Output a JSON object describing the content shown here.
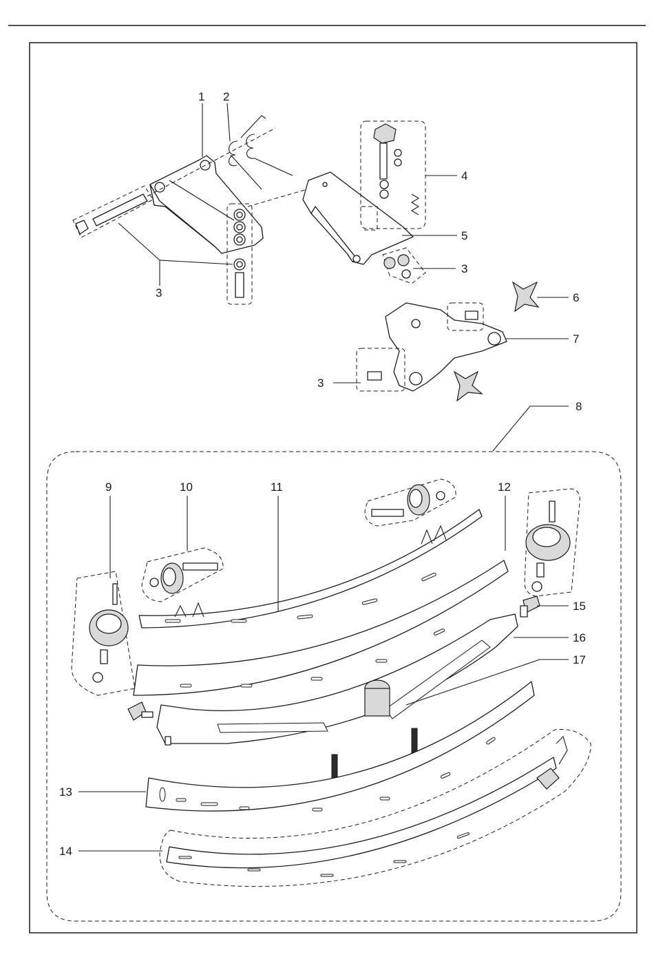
{
  "diagram": {
    "callouts": [
      {
        "id": "c1",
        "text": "1"
      },
      {
        "id": "c2",
        "text": "2"
      },
      {
        "id": "c3a",
        "text": "3"
      },
      {
        "id": "c3b",
        "text": "3"
      },
      {
        "id": "c3c",
        "text": "3"
      },
      {
        "id": "c4",
        "text": "4"
      },
      {
        "id": "c5",
        "text": "5"
      },
      {
        "id": "c6",
        "text": "6"
      },
      {
        "id": "c7",
        "text": "7"
      },
      {
        "id": "c8",
        "text": "8"
      },
      {
        "id": "c9",
        "text": "9"
      },
      {
        "id": "c10",
        "text": "10"
      },
      {
        "id": "c11",
        "text": "11"
      },
      {
        "id": "c12",
        "text": "12"
      },
      {
        "id": "c13",
        "text": "13"
      },
      {
        "id": "c14",
        "text": "14"
      },
      {
        "id": "c15",
        "text": "15"
      },
      {
        "id": "c16",
        "text": "16"
      },
      {
        "id": "c17",
        "text": "17"
      }
    ]
  }
}
